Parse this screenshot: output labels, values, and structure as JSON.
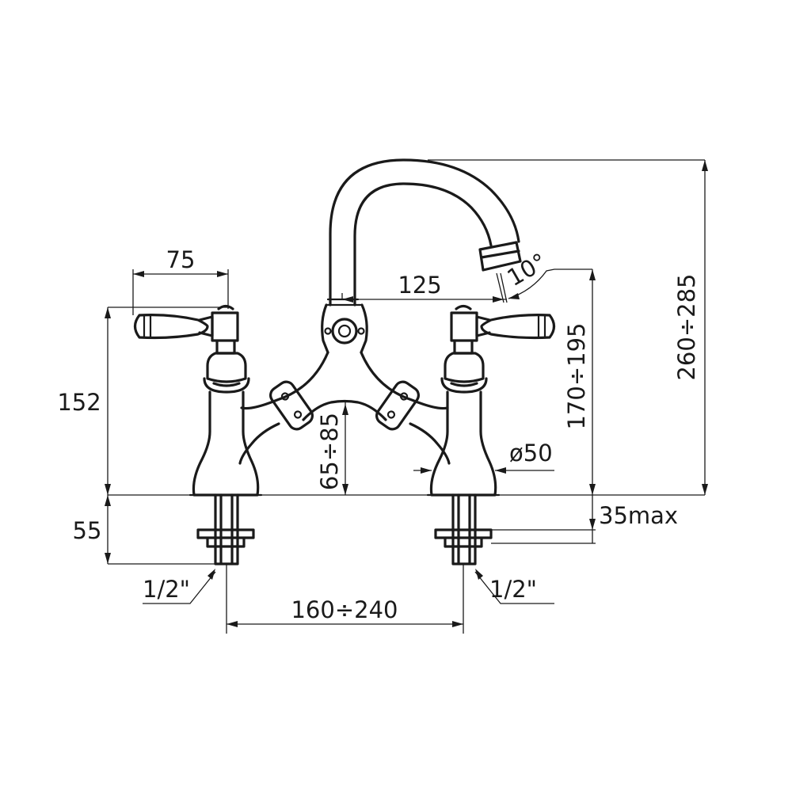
{
  "diagram": {
    "colors": {
      "line": "#1a1a1a",
      "background": "#ffffff"
    },
    "dimensions": {
      "handle_width": "75",
      "spout_reach": "125",
      "spout_angle": "10°",
      "body_height": "152",
      "tail_length": "55",
      "tap_hole_thread_left": "1/2\"",
      "tap_hole_thread_right": "1/2\"",
      "centres": "160÷240",
      "bridge_height": "65÷85",
      "outlet_height": "170÷195",
      "overall_height": "260÷285",
      "deck_thickness": "35max",
      "base_diameter": "ø50"
    }
  }
}
